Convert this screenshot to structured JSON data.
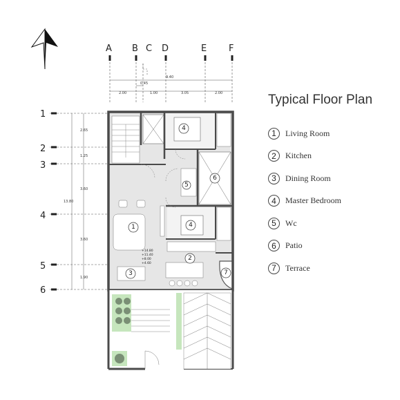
{
  "title": "Typical Floor Plan",
  "grid_columns": [
    "A",
    "B",
    "C",
    "D",
    "E",
    "F"
  ],
  "grid_rows": [
    "1",
    "2",
    "3",
    "4",
    "5",
    "6"
  ],
  "horizontal_dimensions": {
    "total": "9.40",
    "c_offset": "0.45",
    "segments": [
      "2.00",
      "1.00",
      "3.05",
      "2.00"
    ]
  },
  "vertical_dimensions": {
    "total": "13.80",
    "segments": [
      "2.65",
      "1.25",
      "3.60",
      "3.60",
      "1.90"
    ]
  },
  "level_marks": [
    "+14.80",
    "+11.40",
    "+8.00",
    "+4.60"
  ],
  "rooms": [
    {
      "num": "1",
      "name": "Living Room"
    },
    {
      "num": "2",
      "name": "Kitchen"
    },
    {
      "num": "3",
      "name": "Dining Room"
    },
    {
      "num": "4",
      "name": "Master Bedroom"
    },
    {
      "num": "5",
      "name": "Wc"
    },
    {
      "num": "6",
      "name": "Patio"
    },
    {
      "num": "7",
      "name": "Terrace"
    }
  ],
  "room_tags": {
    "living": "1",
    "kitchen": "2",
    "dining": "3",
    "bedroom_top": "4",
    "bedroom_mid": "4",
    "wc": "5",
    "patio": "6",
    "terrace": "7"
  },
  "colors": {
    "wall": "#4a4a4a",
    "floor": "#e6e6e6",
    "greenery": "#c6e6bd",
    "text": "#222222"
  },
  "icons": [
    "north-arrow-icon"
  ]
}
